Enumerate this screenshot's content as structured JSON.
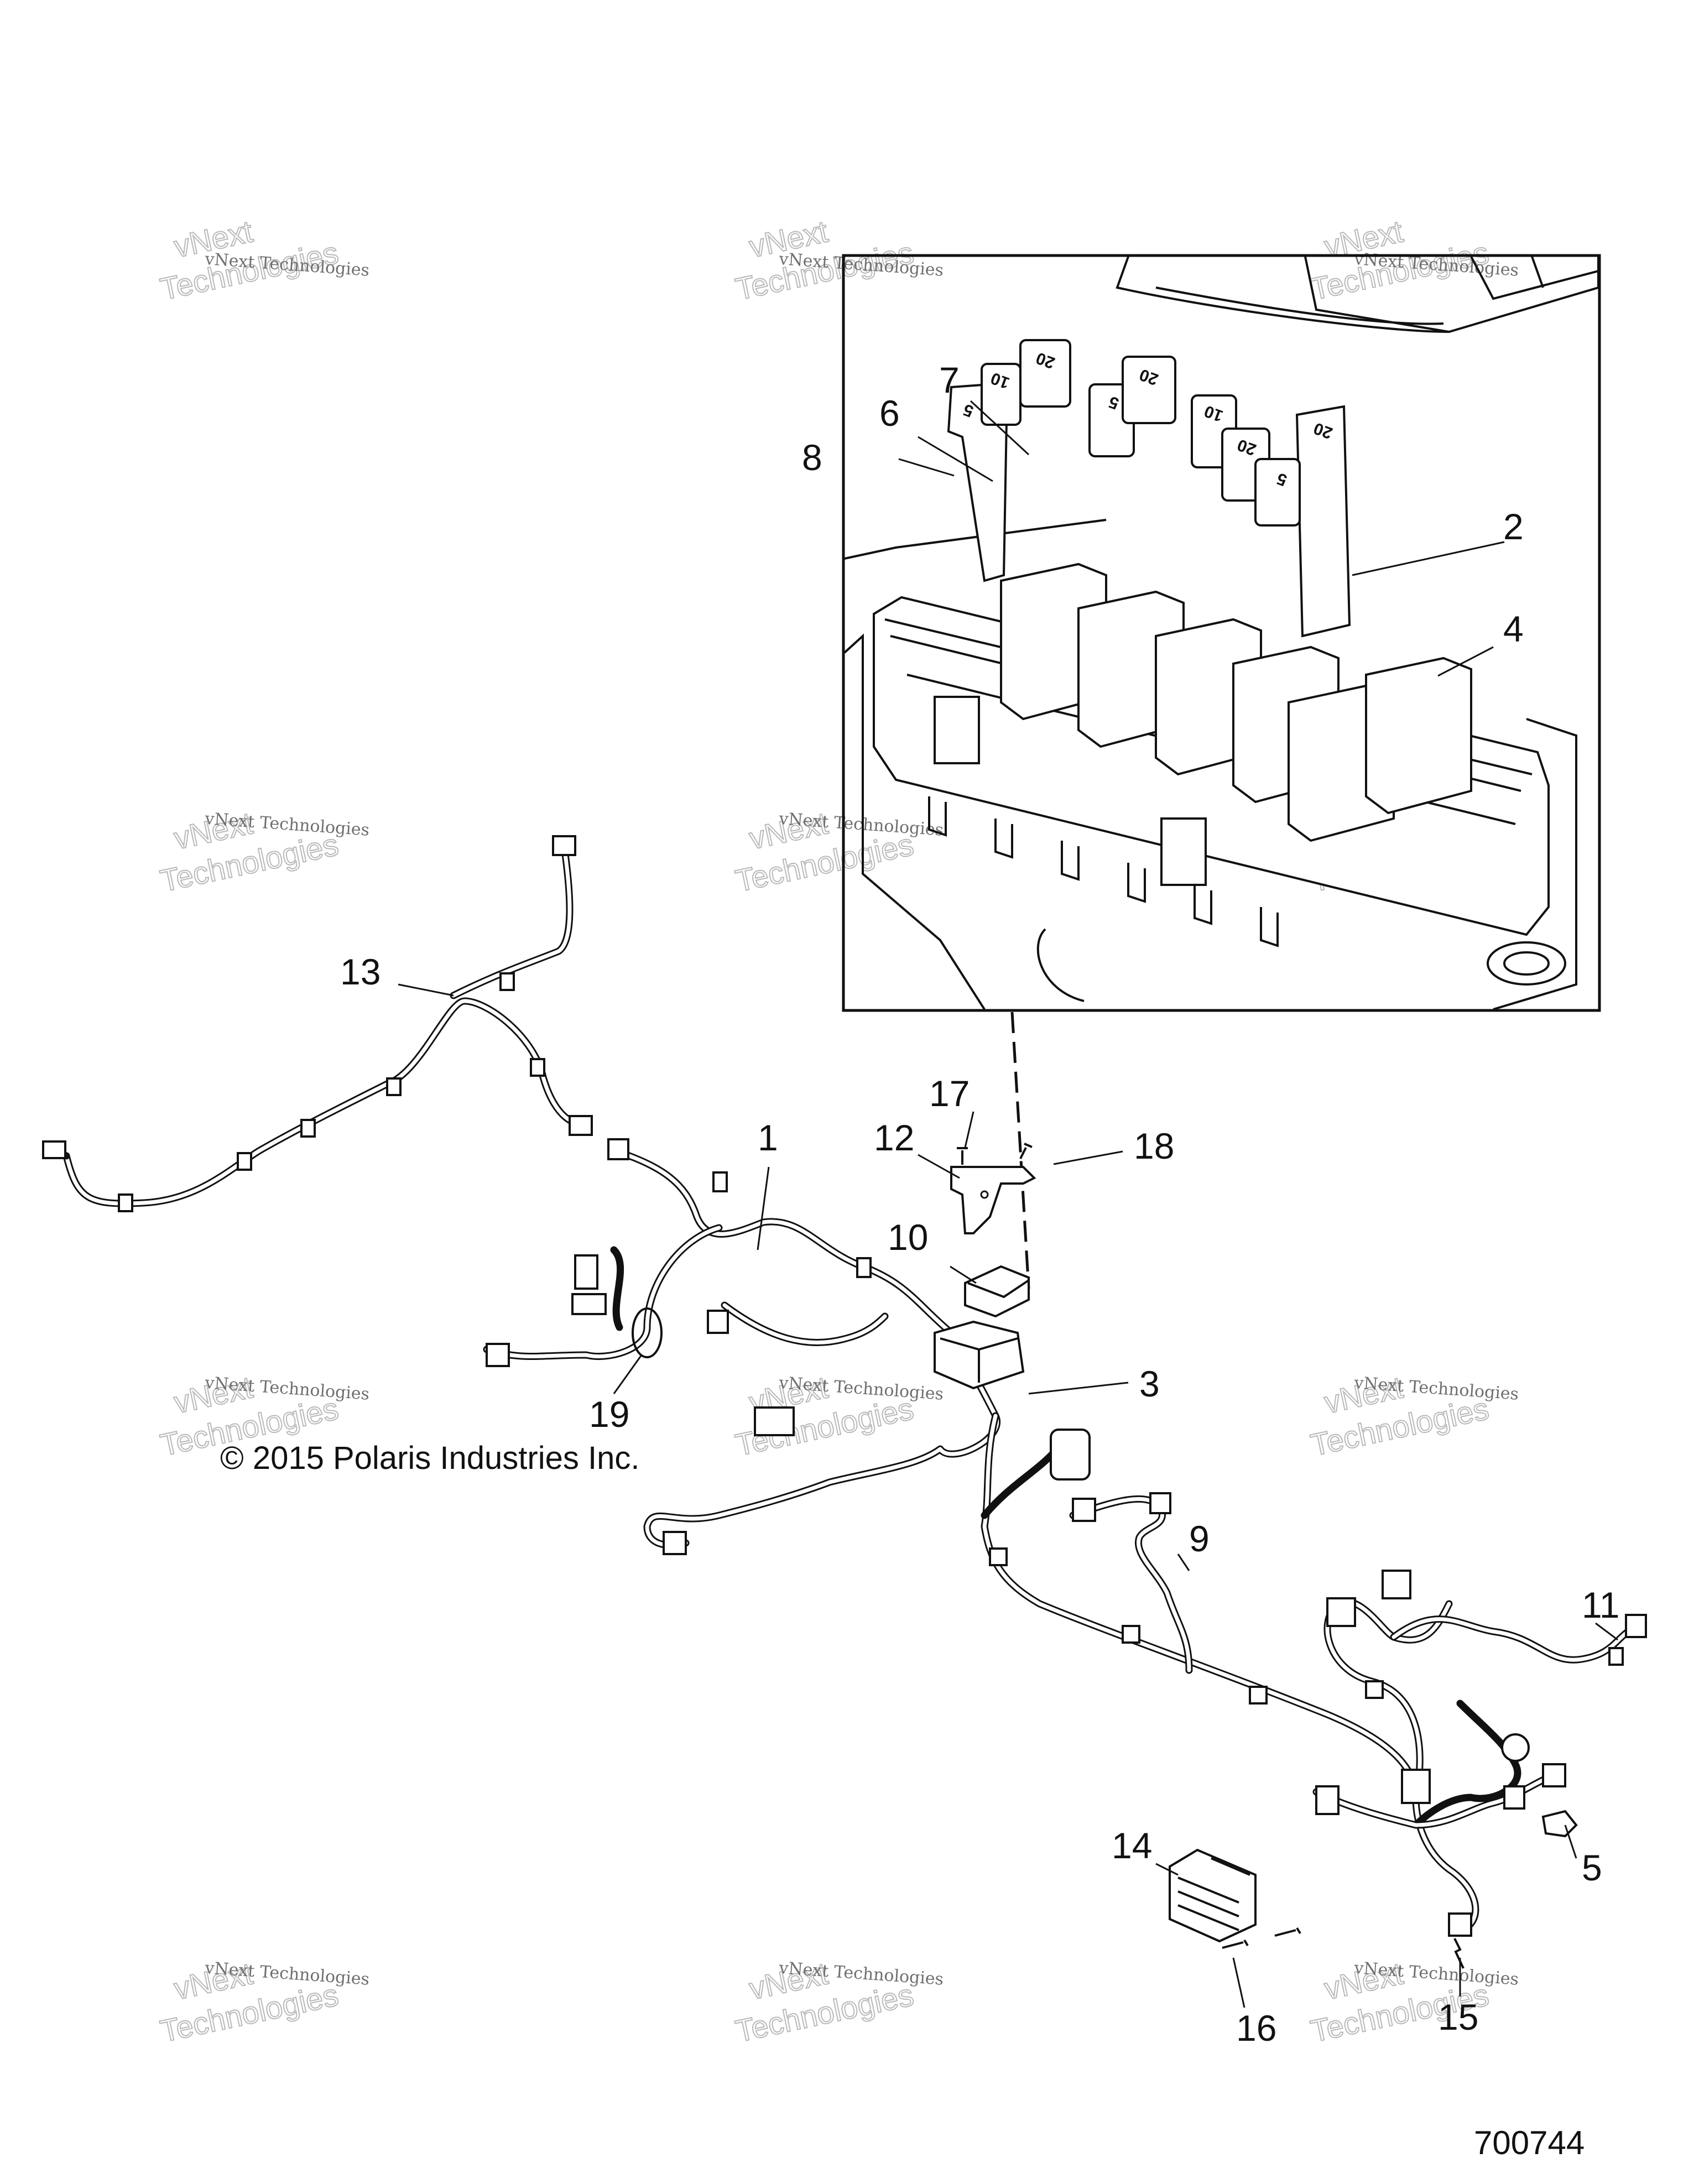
{
  "callouts": [
    {
      "id": "c1",
      "label": "1"
    },
    {
      "id": "c2",
      "label": "2"
    },
    {
      "id": "c3",
      "label": "3"
    },
    {
      "id": "c4",
      "label": "4"
    },
    {
      "id": "c5",
      "label": "5"
    },
    {
      "id": "c6",
      "label": "6"
    },
    {
      "id": "c7",
      "label": "7"
    },
    {
      "id": "c8",
      "label": "8"
    },
    {
      "id": "c9",
      "label": "9"
    },
    {
      "id": "c10",
      "label": "10"
    },
    {
      "id": "c11",
      "label": "11"
    },
    {
      "id": "c12",
      "label": "12"
    },
    {
      "id": "c13",
      "label": "13"
    },
    {
      "id": "c14",
      "label": "14"
    },
    {
      "id": "c15",
      "label": "15"
    },
    {
      "id": "c16",
      "label": "16"
    },
    {
      "id": "c17",
      "label": "17"
    },
    {
      "id": "c18",
      "label": "18"
    },
    {
      "id": "c19",
      "label": "19"
    }
  ],
  "fuse_ratings": {
    "fuse_a": "5",
    "fuse_b": "10",
    "fuse_c": "20",
    "fuse_d": "5",
    "fuse_e": "20",
    "fuse_f": "10",
    "fuse_g": "20",
    "fuse_h": "20",
    "fuse_i": "5"
  },
  "watermark": {
    "line1": "vNext Technologies",
    "line2": "vNext",
    "line3": "Technologies"
  },
  "copyright": "© 2015 Polaris Industries Inc.",
  "drawing_number": "700744"
}
